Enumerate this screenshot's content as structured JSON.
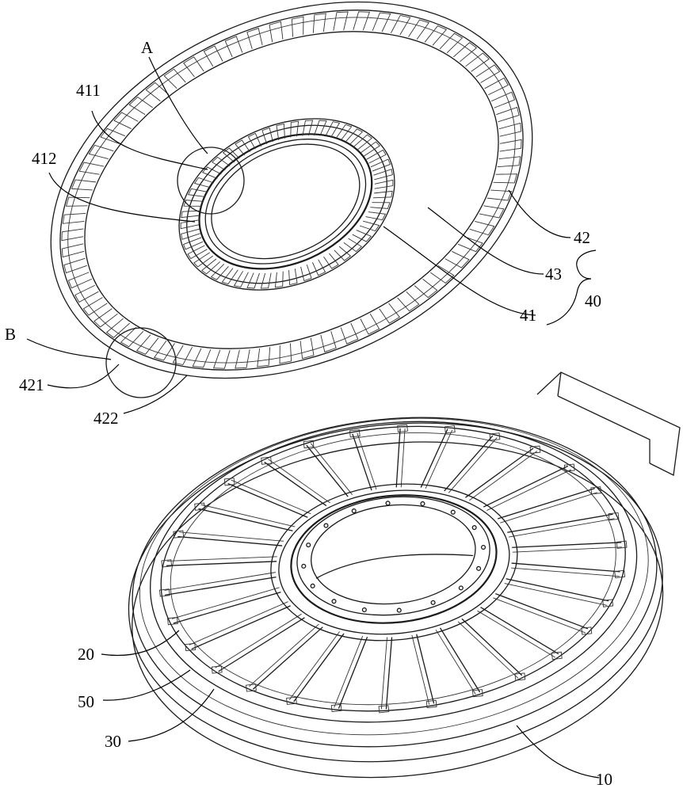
{
  "labels": {
    "A": "A",
    "p411": "411",
    "p412": "412",
    "p42": "42",
    "p43": "43",
    "p40": "40",
    "p41": "41",
    "B": "B",
    "p421": "421",
    "p422": "422",
    "p20": "20",
    "p50": "50",
    "p30": "30",
    "p10": "10"
  },
  "colors": {
    "line": "#1a1a1a",
    "background": "#ffffff"
  }
}
